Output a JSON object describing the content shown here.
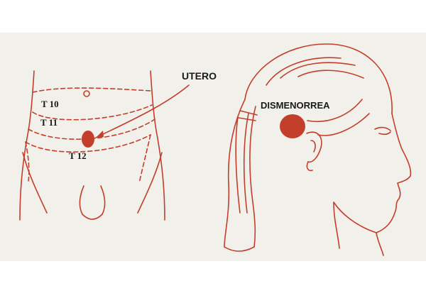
{
  "colors": {
    "background": "#ffffff",
    "paper": "#f2f0ea",
    "ink": "#c33e2b",
    "text": "#1a1a1a"
  },
  "labels": {
    "organ": "UTERO",
    "condition": "DISMENORREA",
    "dermatomes": [
      "T 10",
      "T 11",
      "T 12"
    ]
  },
  "icons": {
    "torso": "torso-outline-icon",
    "head": "head-profile-icon"
  }
}
